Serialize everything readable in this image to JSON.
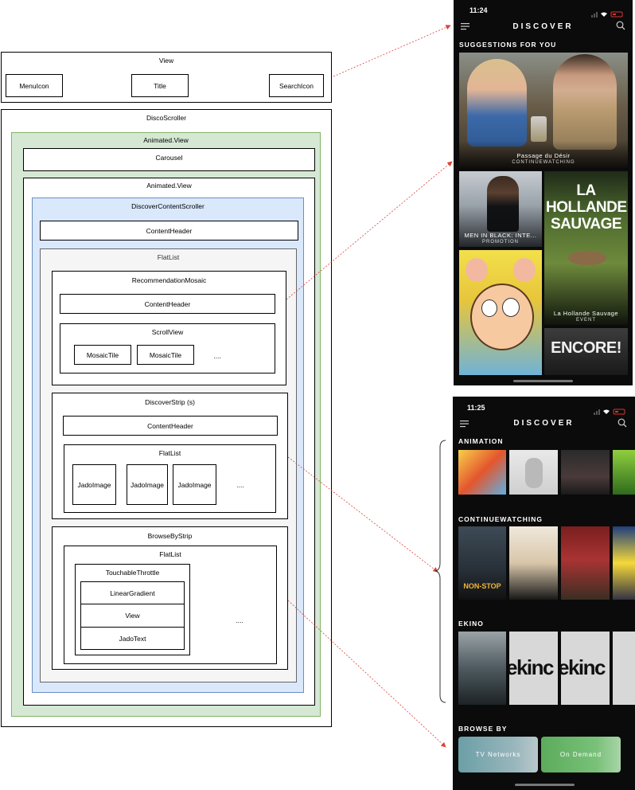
{
  "diagram": {
    "header_view": {
      "label": "View",
      "menu": "MenuIcon",
      "title": "Title",
      "search": "SearchIcon"
    },
    "disco_scroller": "DiscoScroller",
    "animated_view_outer": "Animated.View",
    "carousel": "Carousel",
    "animated_view_inner": "Animated.View",
    "discover_content_scroller": "DiscoverContentScroller",
    "content_header": "ContentHeader",
    "flatlist": "FlatList",
    "recommendation_mosaic": {
      "label": "RecommendationMosaic",
      "header": "ContentHeader",
      "scrollview": "ScrollView",
      "tiles": [
        "MosaicTile",
        "MosaicTile"
      ],
      "more": "...."
    },
    "discover_strip": {
      "label": "DiscoverStrip (s)",
      "header": "ContentHeader",
      "flatlist": "FlatList",
      "images": [
        "JadoImage",
        "JadoImage",
        "JadoImage"
      ],
      "more": "...."
    },
    "browse_by_strip": {
      "label": "BrowseByStrip",
      "flatlist": "FlatList",
      "touchable": "TouchableThrottle",
      "items": [
        "LinearGradient",
        "View",
        "JadoText"
      ],
      "more": "...."
    },
    "connector_color": "#d9443c",
    "colors": {
      "green_fill": "#d5e8d4",
      "green_border": "#82b366",
      "blue_fill": "#dae8fc",
      "blue_border": "#6c8ebf",
      "gray_fill": "#f5f5f5",
      "gray_border": "#666666"
    }
  },
  "phone1": {
    "time": "11:24",
    "title": "DISCOVER",
    "section": "SUGGESTIONS FOR YOU",
    "hero": {
      "title": "Passage du Désir",
      "subtitle": "CONTINUEWATCHING"
    },
    "tile_mib": {
      "title": "MEN IN BLACK: INTE...",
      "subtitle": "PROMOTION"
    },
    "tile_hollande": {
      "poster": "LA HOLLANDE SAUVAGE",
      "title": "La Hollande Sauvage",
      "subtitle": "EVENT"
    },
    "tile_encore": "ENCORE!"
  },
  "phone2": {
    "time": "11:25",
    "title": "DISCOVER",
    "sections": [
      "ANIMATION",
      "CONTINUEWATCHING",
      "EKINO",
      "BROWSE BY"
    ],
    "poster_texts": {
      "nonstop": "NON-STOP",
      "kino1": "ekinc",
      "kino2": "ekinc"
    },
    "browse_buttons": [
      "TV Networks",
      "On Demand"
    ]
  }
}
